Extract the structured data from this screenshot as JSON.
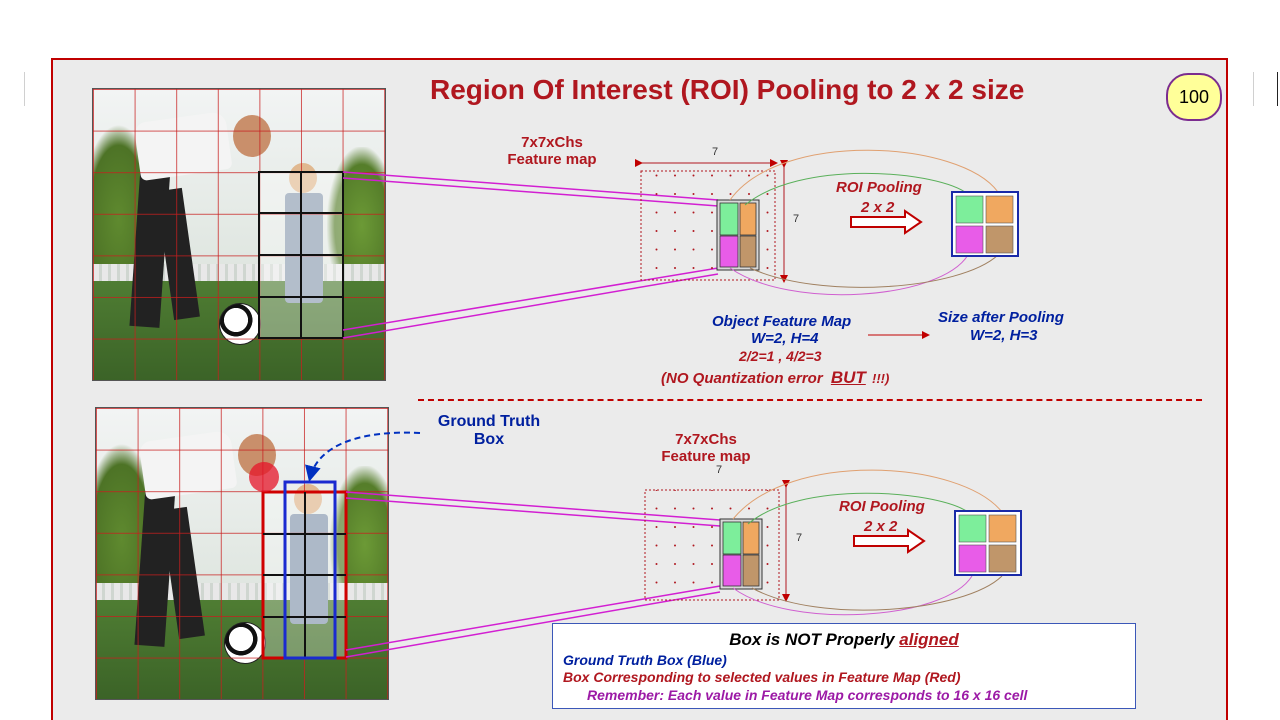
{
  "title": "Region Of Interest (ROI) Pooling to 2 x 2 size",
  "page_number": "100",
  "top": {
    "feature_map_label_line1": "7x7xChs",
    "feature_map_label_line2": "Feature map",
    "width_label": "7",
    "height_label": "7",
    "roi_pooling_label": "ROI Pooling",
    "pool_size_label": "2 x 2",
    "object_feature_map": "Object Feature Map",
    "object_wh": "W=2, H=4",
    "division": "2/2=1 , 4/2=3",
    "no_quant_prefix": "(NO Quantization error",
    "no_quant_but": "BUT",
    "no_quant_suffix": "!!!)",
    "size_after_pooling": "Size after Pooling",
    "size_after_wh": "W=2, H=3"
  },
  "bottom": {
    "ground_truth_line1": "Ground Truth",
    "ground_truth_line2": "Box",
    "feature_map_label_line1": "7x7xChs",
    "feature_map_label_line2": "Feature map",
    "width_label": "7",
    "height_label": "7",
    "roi_pooling_label": "ROI Pooling",
    "pool_size_label": "2 x 2"
  },
  "note": {
    "title_prefix": "Box is NOT Properly",
    "title_emph": "aligned",
    "line1": "Ground Truth Box (Blue)",
    "line2": "Box Corresponding to selected values in Feature Map (Red)",
    "line3": "Remember: Each value in Feature Map corresponds to 16 x 16 cell"
  },
  "colors": {
    "accent_red": "#b0171f",
    "accent_blue": "#00209f",
    "magenta": "#d21fd2",
    "pool_green": "#7dee9b",
    "pool_orange": "#f0a860",
    "pool_pink": "#e85ce8",
    "pool_brown": "#c0966a"
  }
}
